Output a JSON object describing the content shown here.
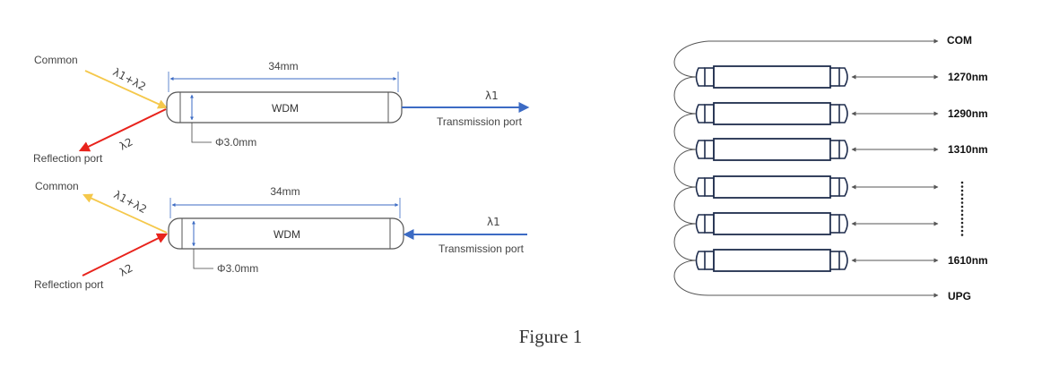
{
  "top_device": {
    "common_label": "Common",
    "lambda_sum": "λ1+λ2",
    "lambda2": "λ2",
    "reflection_label": "Reflection port",
    "length": "34mm",
    "body_label": "WDM",
    "diameter": "Φ3.0mm",
    "lambda1": "λ1",
    "transmission_label": "Transmission port"
  },
  "bottom_device": {
    "common_label": "Common",
    "lambda_sum": "λ1+λ2",
    "lambda2": "λ2",
    "reflection_label": "Reflection port",
    "length": "34mm",
    "body_label": "WDM",
    "diameter": "Φ3.0mm",
    "lambda1": "λ1",
    "transmission_label": "Transmission port"
  },
  "cascade": {
    "com_label": "COM",
    "upg_label": "UPG",
    "channels": [
      "1270nm",
      "1290nm",
      "1310nm",
      "",
      "",
      "1610nm"
    ]
  },
  "caption": "Figure 1",
  "colors": {
    "common_line": "#f5c84b",
    "reflection_line": "#e8231c",
    "transmission_line": "#3c6bc4",
    "dimension_line": "#3c6bc4",
    "device_outline": "#555555",
    "cascade_outline": "#1f2d4d"
  }
}
